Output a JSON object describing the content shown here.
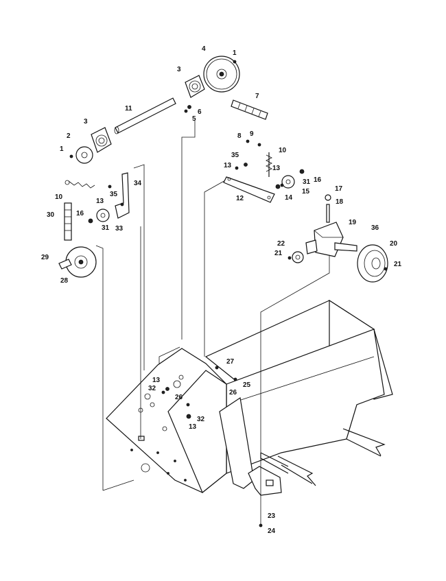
{
  "diagram": {
    "callouts": [
      {
        "id": "c1a",
        "text": "1"
      },
      {
        "id": "c4",
        "text": "4"
      },
      {
        "id": "c3a",
        "text": "3"
      },
      {
        "id": "c6",
        "text": "6"
      },
      {
        "id": "c5",
        "text": "5"
      },
      {
        "id": "c7",
        "text": "7"
      },
      {
        "id": "c11",
        "text": "11"
      },
      {
        "id": "c3b",
        "text": "3"
      },
      {
        "id": "c2",
        "text": "2"
      },
      {
        "id": "c1b",
        "text": "1"
      },
      {
        "id": "c8",
        "text": "8"
      },
      {
        "id": "c9",
        "text": "9"
      },
      {
        "id": "c10a",
        "text": "10"
      },
      {
        "id": "c35a",
        "text": "35"
      },
      {
        "id": "c13a",
        "text": "13"
      },
      {
        "id": "c13b",
        "text": "13"
      },
      {
        "id": "c16a",
        "text": "16"
      },
      {
        "id": "c31a",
        "text": "31"
      },
      {
        "id": "c15",
        "text": "15"
      },
      {
        "id": "c14",
        "text": "14"
      },
      {
        "id": "c12",
        "text": "12"
      },
      {
        "id": "c17",
        "text": "17"
      },
      {
        "id": "c18",
        "text": "18"
      },
      {
        "id": "c19",
        "text": "19"
      },
      {
        "id": "c36",
        "text": "36"
      },
      {
        "id": "c20",
        "text": "20"
      },
      {
        "id": "c21a",
        "text": "21"
      },
      {
        "id": "c22",
        "text": "22"
      },
      {
        "id": "c21b",
        "text": "21"
      },
      {
        "id": "c34",
        "text": "34"
      },
      {
        "id": "c10b",
        "text": "10"
      },
      {
        "id": "c35b",
        "text": "35"
      },
      {
        "id": "c13c",
        "text": "13"
      },
      {
        "id": "c30",
        "text": "30"
      },
      {
        "id": "c16b",
        "text": "16"
      },
      {
        "id": "c31b",
        "text": "31"
      },
      {
        "id": "c33",
        "text": "33"
      },
      {
        "id": "c29",
        "text": "29"
      },
      {
        "id": "c28",
        "text": "28"
      },
      {
        "id": "c27",
        "text": "27"
      },
      {
        "id": "c25",
        "text": "25"
      },
      {
        "id": "c26a",
        "text": "26"
      },
      {
        "id": "c13d",
        "text": "13"
      },
      {
        "id": "c32a",
        "text": "32"
      },
      {
        "id": "c26b",
        "text": "26"
      },
      {
        "id": "c32b",
        "text": "32"
      },
      {
        "id": "c13e",
        "text": "13"
      },
      {
        "id": "c23",
        "text": "23"
      },
      {
        "id": "c24",
        "text": "24"
      }
    ]
  }
}
